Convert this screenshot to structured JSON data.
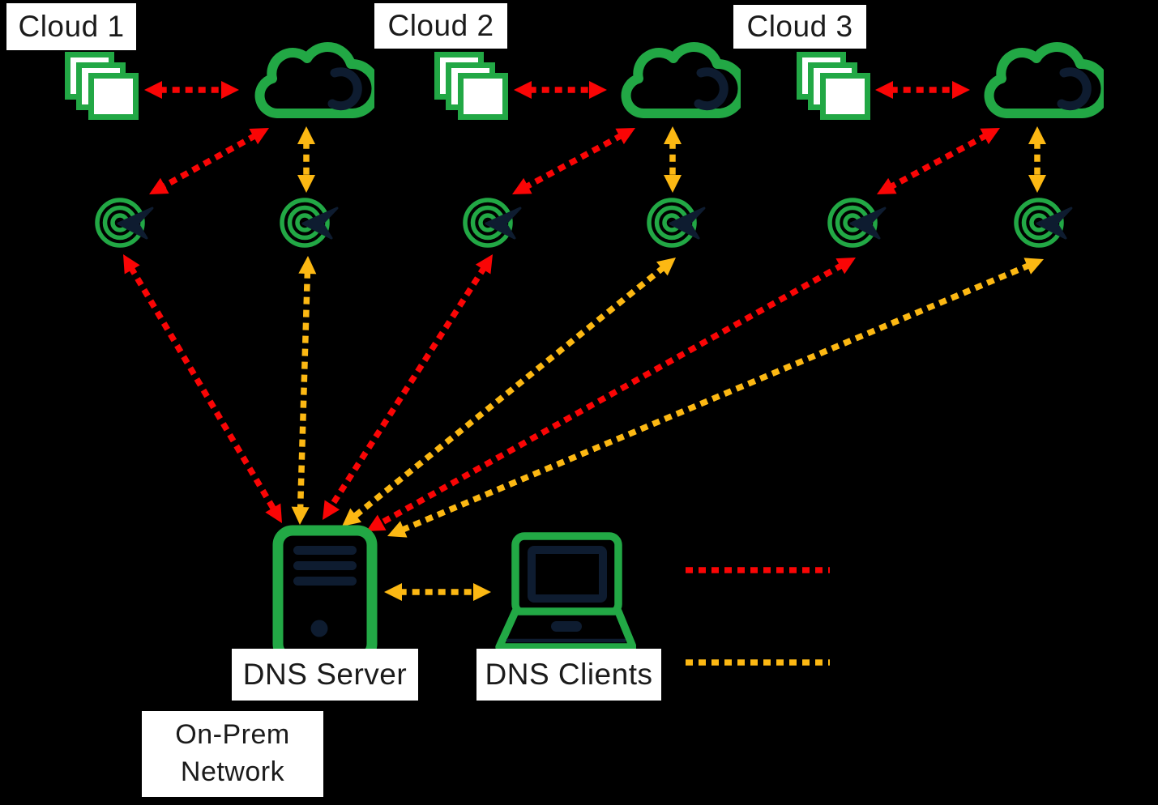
{
  "colors": {
    "background": "#000000",
    "green": "#22A845",
    "navy": "#0E1C30",
    "red": "#FA0505",
    "yellow": "#FCB813",
    "label_bg": "#FFFFFF",
    "label_text": "#1B1B1B"
  },
  "labels": {
    "cloud1": "Cloud 1",
    "cloud2": "Cloud 2",
    "cloud3": "Cloud 3",
    "dns_server": "DNS Server",
    "dns_clients": "DNS Clients",
    "onprem_line1": "On-Prem",
    "onprem_line2": "Network"
  },
  "icons": {
    "documents": "documents-icon",
    "cloud": "cloud-icon",
    "dns_zone": "dns-zone-target-icon",
    "server": "server-icon",
    "laptop": "laptop-icon"
  },
  "connections": [
    {
      "from": "cloud-1-documents",
      "to": "cloud-1",
      "color": "red",
      "bidirectional": true
    },
    {
      "from": "cloud-2-documents",
      "to": "cloud-2",
      "color": "red",
      "bidirectional": true
    },
    {
      "from": "cloud-3-documents",
      "to": "cloud-3",
      "color": "red",
      "bidirectional": true
    },
    {
      "from": "cloud-1",
      "to": "dns-zone-1",
      "color": "red",
      "bidirectional": true
    },
    {
      "from": "cloud-1",
      "to": "dns-zone-2",
      "color": "yellow",
      "bidirectional": true
    },
    {
      "from": "cloud-2",
      "to": "dns-zone-3",
      "color": "red",
      "bidirectional": true
    },
    {
      "from": "cloud-2",
      "to": "dns-zone-4",
      "color": "yellow",
      "bidirectional": true
    },
    {
      "from": "cloud-3",
      "to": "dns-zone-5",
      "color": "red",
      "bidirectional": true
    },
    {
      "from": "cloud-3",
      "to": "dns-zone-6",
      "color": "yellow",
      "bidirectional": true
    },
    {
      "from": "dns-zone-1",
      "to": "dns-server",
      "color": "red",
      "bidirectional": true
    },
    {
      "from": "dns-zone-2",
      "to": "dns-server",
      "color": "yellow",
      "bidirectional": true
    },
    {
      "from": "dns-zone-3",
      "to": "dns-server",
      "color": "red",
      "bidirectional": true
    },
    {
      "from": "dns-zone-4",
      "to": "dns-server",
      "color": "yellow",
      "bidirectional": true
    },
    {
      "from": "dns-zone-5",
      "to": "dns-server",
      "color": "red",
      "bidirectional": true
    },
    {
      "from": "dns-zone-6",
      "to": "dns-server",
      "color": "yellow",
      "bidirectional": true
    },
    {
      "from": "dns-server",
      "to": "dns-clients",
      "color": "yellow",
      "bidirectional": true
    }
  ],
  "legend": {
    "items": [
      {
        "name": "legend-red-dashed-line",
        "color": "red"
      },
      {
        "name": "legend-yellow-dashed-line",
        "color": "yellow"
      }
    ]
  }
}
